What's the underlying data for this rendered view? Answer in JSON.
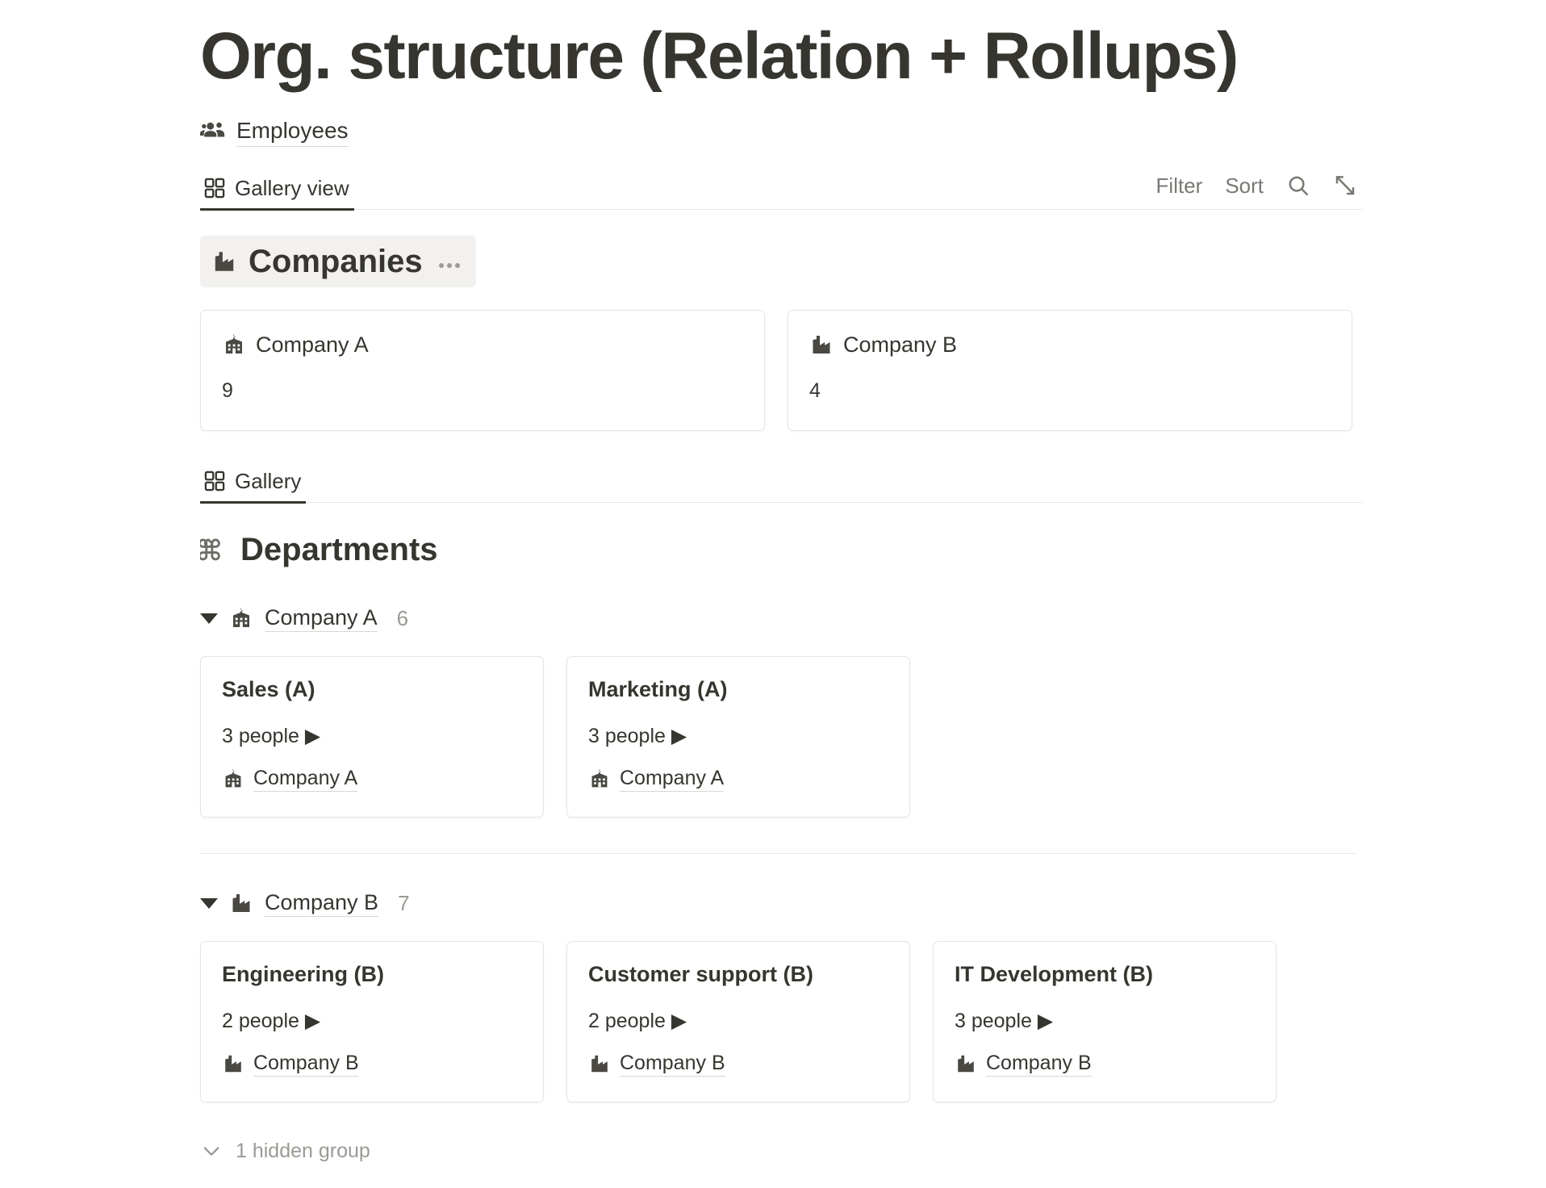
{
  "page": {
    "title": "Org. structure (Relation + Rollups)"
  },
  "source": {
    "icon": "people-group-icon",
    "label": "Employees"
  },
  "view_toolbar": {
    "tabs": [
      {
        "icon": "gallery-grid-icon",
        "label": "Gallery view",
        "active": true
      }
    ],
    "filter_label": "Filter",
    "sort_label": "Sort",
    "search_icon": "search-icon",
    "expand_icon": "expand-diagonal-icon"
  },
  "companies_section": {
    "icon": "factory-building-icon",
    "title": "Companies",
    "menu_icon": "more-horizontal-icon",
    "cards": [
      {
        "icon": "school-building-icon",
        "title": "Company A",
        "value": "9"
      },
      {
        "icon": "factory-building-icon",
        "title": "Company B",
        "value": "4"
      }
    ]
  },
  "gallery_toolbar": {
    "tabs": [
      {
        "icon": "gallery-grid-icon",
        "label": "Gallery",
        "active": true
      }
    ]
  },
  "departments_section": {
    "icon": "command-icon",
    "title": "Departments",
    "groups": [
      {
        "caret": "caret-down-icon",
        "icon": "school-building-icon",
        "name": "Company A",
        "count": "6",
        "cards": [
          {
            "title": "Sales (A)",
            "people": "3 people ▶",
            "relation_icon": "school-building-icon",
            "relation": "Company A"
          },
          {
            "title": "Marketing (A)",
            "people": "3 people ▶",
            "relation_icon": "school-building-icon",
            "relation": "Company A"
          }
        ]
      },
      {
        "caret": "caret-down-icon",
        "icon": "factory-building-icon",
        "name": "Company B",
        "count": "7",
        "cards": [
          {
            "title": "Engineering (B)",
            "people": "2 people ▶",
            "relation_icon": "factory-building-icon",
            "relation": "Company B"
          },
          {
            "title": "Customer support (B)",
            "people": "2 people ▶",
            "relation_icon": "factory-building-icon",
            "relation": "Company B"
          },
          {
            "title": "IT Development (B)",
            "people": "3 people ▶",
            "relation_icon": "factory-building-icon",
            "relation": "Company B"
          }
        ]
      }
    ],
    "hidden_group": {
      "icon": "chevron-down-icon",
      "label": "1 hidden group"
    }
  },
  "colors": {
    "text": "#37352f",
    "muted": "#9b9a95",
    "border": "#e7e5e1",
    "highlight": "#f2f1ef"
  }
}
